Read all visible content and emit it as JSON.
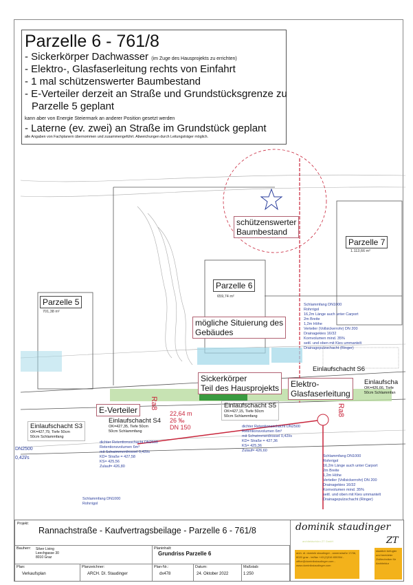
{
  "notes": {
    "title": "Parzelle 6 - 761/8",
    "items": [
      {
        "text": "- Sickerkörper Dachwasser",
        "small": "(im Zuge des Hausprojekts zu errichten)"
      },
      {
        "text": "- Elektro-, Glasfaserleitung rechts von Einfahrt"
      },
      {
        "text": "- 1 mal schützenswerter Baumbestand"
      },
      {
        "text": "- E-Verteiler derzeit an Straße und Grundstücksgrenze zu"
      },
      {
        "text": "  Parzelle 5 geplant"
      }
    ],
    "sub_note": "kann aber von Energie Steiermark an anderer Position gesetzt werden",
    "laterne": "- Laterne (ev. zwei) an Straße im Grundstück geplant",
    "footnote": "alle Angaben von Fachplanern übernommen und zusammengeführt. Abweichungen durch Leitungsträger möglich."
  },
  "plan": {
    "parzelle5": "Parzelle 5",
    "parzelle5_area": "701,38 m²",
    "parzelle6": "Parzelle 6",
    "parzelle6_area": "659,74 m²",
    "parzelle7": "Parzelle 7",
    "parzelle7_area": "1.113,66 m²",
    "baum": [
      "schützenswerter",
      "Baumbestand"
    ],
    "gebaeude": [
      "mögliche Situierung des",
      "Gebäudes"
    ],
    "sicker": [
      "Sickerkörper",
      "Teil des Hausprojekts"
    ],
    "elektro": [
      "Elektro-",
      "Glasfaserleitung"
    ],
    "everteiler": "E-Verteiler",
    "ra8": "Ra8",
    "pipe": [
      "22,64 m",
      "26 ‰",
      "DN 150"
    ],
    "schacht": [
      {
        "title": "Einlaufschacht  S3",
        "l1": "OK=427,79, Tiefe 50cm",
        "l2": "50cm Schlammfang"
      },
      {
        "title": "Einlaufschacht  S4",
        "l1": "OK=427,35, Tiefe 50cm",
        "l2": "50cm Schlammfang"
      },
      {
        "title": "Einlaufschacht  S5",
        "l1": "OK=427,15, Tiefe 50cm",
        "l2": "50cm Schlammfang"
      },
      {
        "title": "Einlaufschacht  S6",
        "l1": "",
        "l2": ""
      },
      {
        "title": "Einlaufscha",
        "l1": "OK=426,66, Tiefe",
        "l2": "50cm Schlammfan"
      }
    ],
    "retention": [
      "dichter Retentionsschacht DN2500",
      "Retentionsvolumen 6m³",
      "mit Schwimmerdrossel 0,42l/s",
      "KD= Straße = 427,58",
      "KS= 425,56",
      "Zulauf= 426,80"
    ],
    "retention2": [
      "dichter Retentionsschacht DN2500",
      "Retentionsvolumen 6m³",
      "mit Schwimmerdrossel 0,42l/s",
      "KD= Straße = 427,36",
      "KS= 425,36",
      "Zulauf= 426,60"
    ],
    "schlamm": [
      "Schlammfang DN1000",
      "Rohrrigol",
      "16,2m Länge auch unter Carport",
      "2m Breite",
      "1,2m Höhe",
      "Verteiler (Vollsickerrohr) DN 200",
      "Drainagekies 16/32",
      "Kornvolumen mind. 35%",
      "seitl. und oben mit Kies ummantelt",
      "Drainagepulzschacht (Ringer)"
    ],
    "left_label": "DN2500",
    "left_label2": "0,42l/s"
  },
  "titleblock": {
    "projekt_label": "Projekt:",
    "projekt": "Rannachstraße - Kaufvertragsbeilage - Parzelle 6 - 761/8",
    "bauherr_label": "Bauherr:",
    "bauherr": [
      "Silver Living",
      "Leechgasse 30",
      "8010 Graz"
    ],
    "planinhalt_label": "Planinhalt:",
    "planinhalt": "Grundriss Parzelle 6",
    "plan_label": "Plan:",
    "plan": "Verkaufsplan",
    "planzeichner_label": "Planzeichner:",
    "planzeichner": "ARCH. DI. Staudinger",
    "plannr_label": "Plan-Nr.:",
    "plannr": "dx478",
    "datum_label": "Datum:",
    "datum": "24. Oktober 2022",
    "massstab_label": "Maßstab:",
    "massstab": "1:250",
    "logo_name": "dominik staudinger",
    "logo_zt": "ZT",
    "logo_sub": "architekturbüro ZT GmbH",
    "address": "arch. di. dominik staudinger - annenstraße 17/36, 8020 graz - tel/fax +43 (0)316 830354 - office@dominikstaudinger.com - www.dominikstaudinger.com",
    "badge": "staatlich befugter und beeideter Ziviltechniker für Architektur"
  },
  "colors": {
    "red": "#c8243a",
    "blue": "#2a3e9c",
    "green": "#b9dca0",
    "cyan": "#9fd7e8",
    "yellow": "#f3b21b"
  }
}
